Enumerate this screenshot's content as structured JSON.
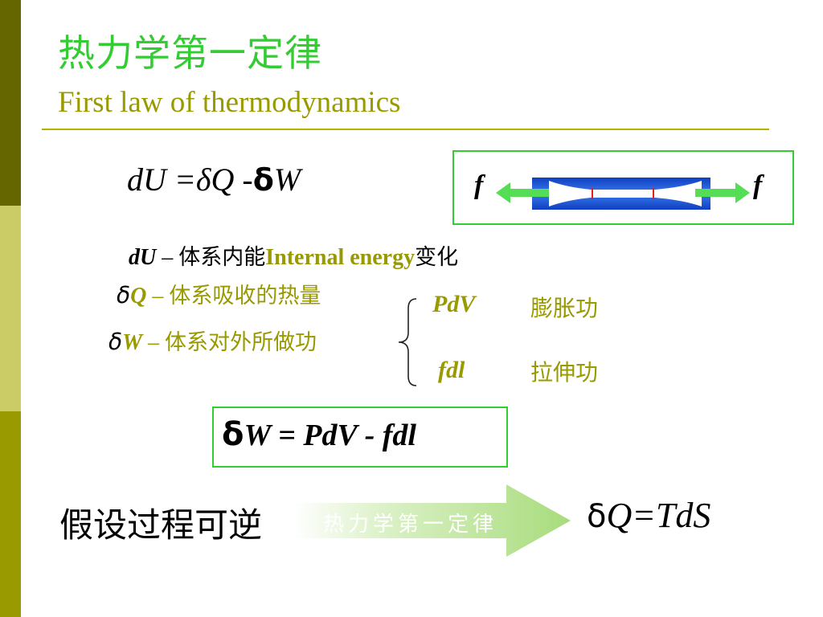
{
  "title": {
    "cn": "热力学第一定律",
    "en": "First law of  thermodynamics"
  },
  "main_equation": {
    "lhs": "dU =δQ -",
    "delta": "δ",
    "w": "W"
  },
  "figure": {
    "left_label": "f",
    "right_label": "f"
  },
  "definitions": {
    "du": {
      "sym": "dU",
      "dash": " – ",
      "cn": "体系内能",
      "en": "Internal energy",
      "cn2": "变化"
    },
    "dq": {
      "delta": "δ",
      "sym": "Q",
      "dash": " – ",
      "cn": "体系吸收的热量"
    },
    "dw": {
      "delta": "δ",
      "sym": "W",
      "dash": " – ",
      "cn": "体系对外所做功"
    }
  },
  "work_terms": [
    {
      "sym": "PdV",
      "cn": "膨胀功"
    },
    {
      "sym": "fdl",
      "cn": "拉伸功"
    }
  ],
  "boxed_equation": {
    "delta": "δ",
    "rest": "W = PdV - fdl"
  },
  "bottom": {
    "assume": "假设过程可逆",
    "arrow_text": "热力学第一定律",
    "result_delta": "δ",
    "result_rest": "Q=TdS"
  },
  "colors": {
    "title_green": "#33cc33",
    "olive": "#999900",
    "box_green": "#33cc33",
    "arrow_green": "#b2e08a",
    "sample_blue": "#1a4fd6"
  }
}
